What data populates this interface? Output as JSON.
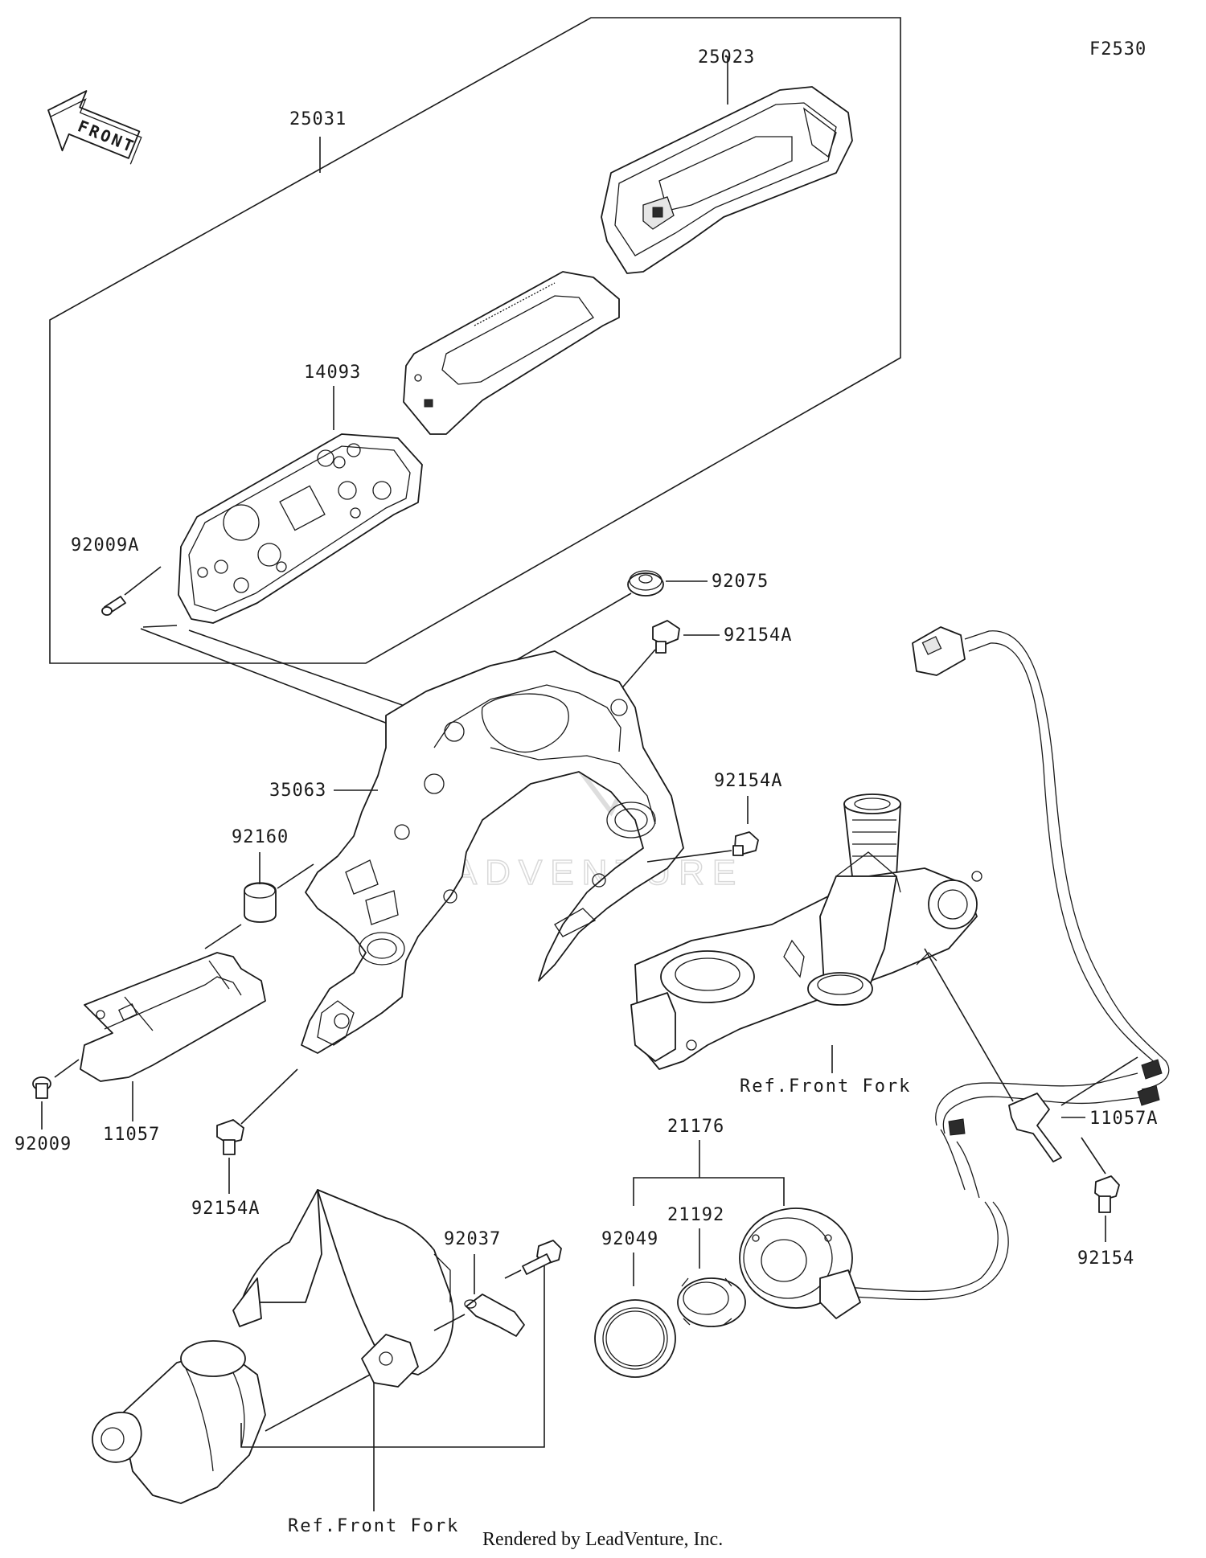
{
  "figure_code": "F2530",
  "credit": "Rendered by LeadVenture, Inc.",
  "watermark": "LEADVENTURE",
  "front_arrow_label": "FRONT",
  "icons": [
    "front-direction-arrow-icon",
    "leadventure-watermark-logo"
  ],
  "labels": {
    "l25031": "25031",
    "l25023": "25023",
    "l14093": "14093",
    "l92009A": "92009A",
    "l92075": "92075",
    "l92154A_top": "92154A",
    "l92154A_mid": "92154A",
    "l35063": "35063",
    "l92160": "92160",
    "l92009": "92009",
    "l11057": "11057",
    "l92154A_bot": "92154A",
    "l92037": "92037",
    "l21176": "21176",
    "l21192": "21192",
    "l92049": "92049",
    "l11057A": "11057A",
    "l92154": "92154",
    "ref_front_fork_right": "Ref.Front Fork",
    "ref_front_fork_bottom": "Ref.Front Fork"
  }
}
